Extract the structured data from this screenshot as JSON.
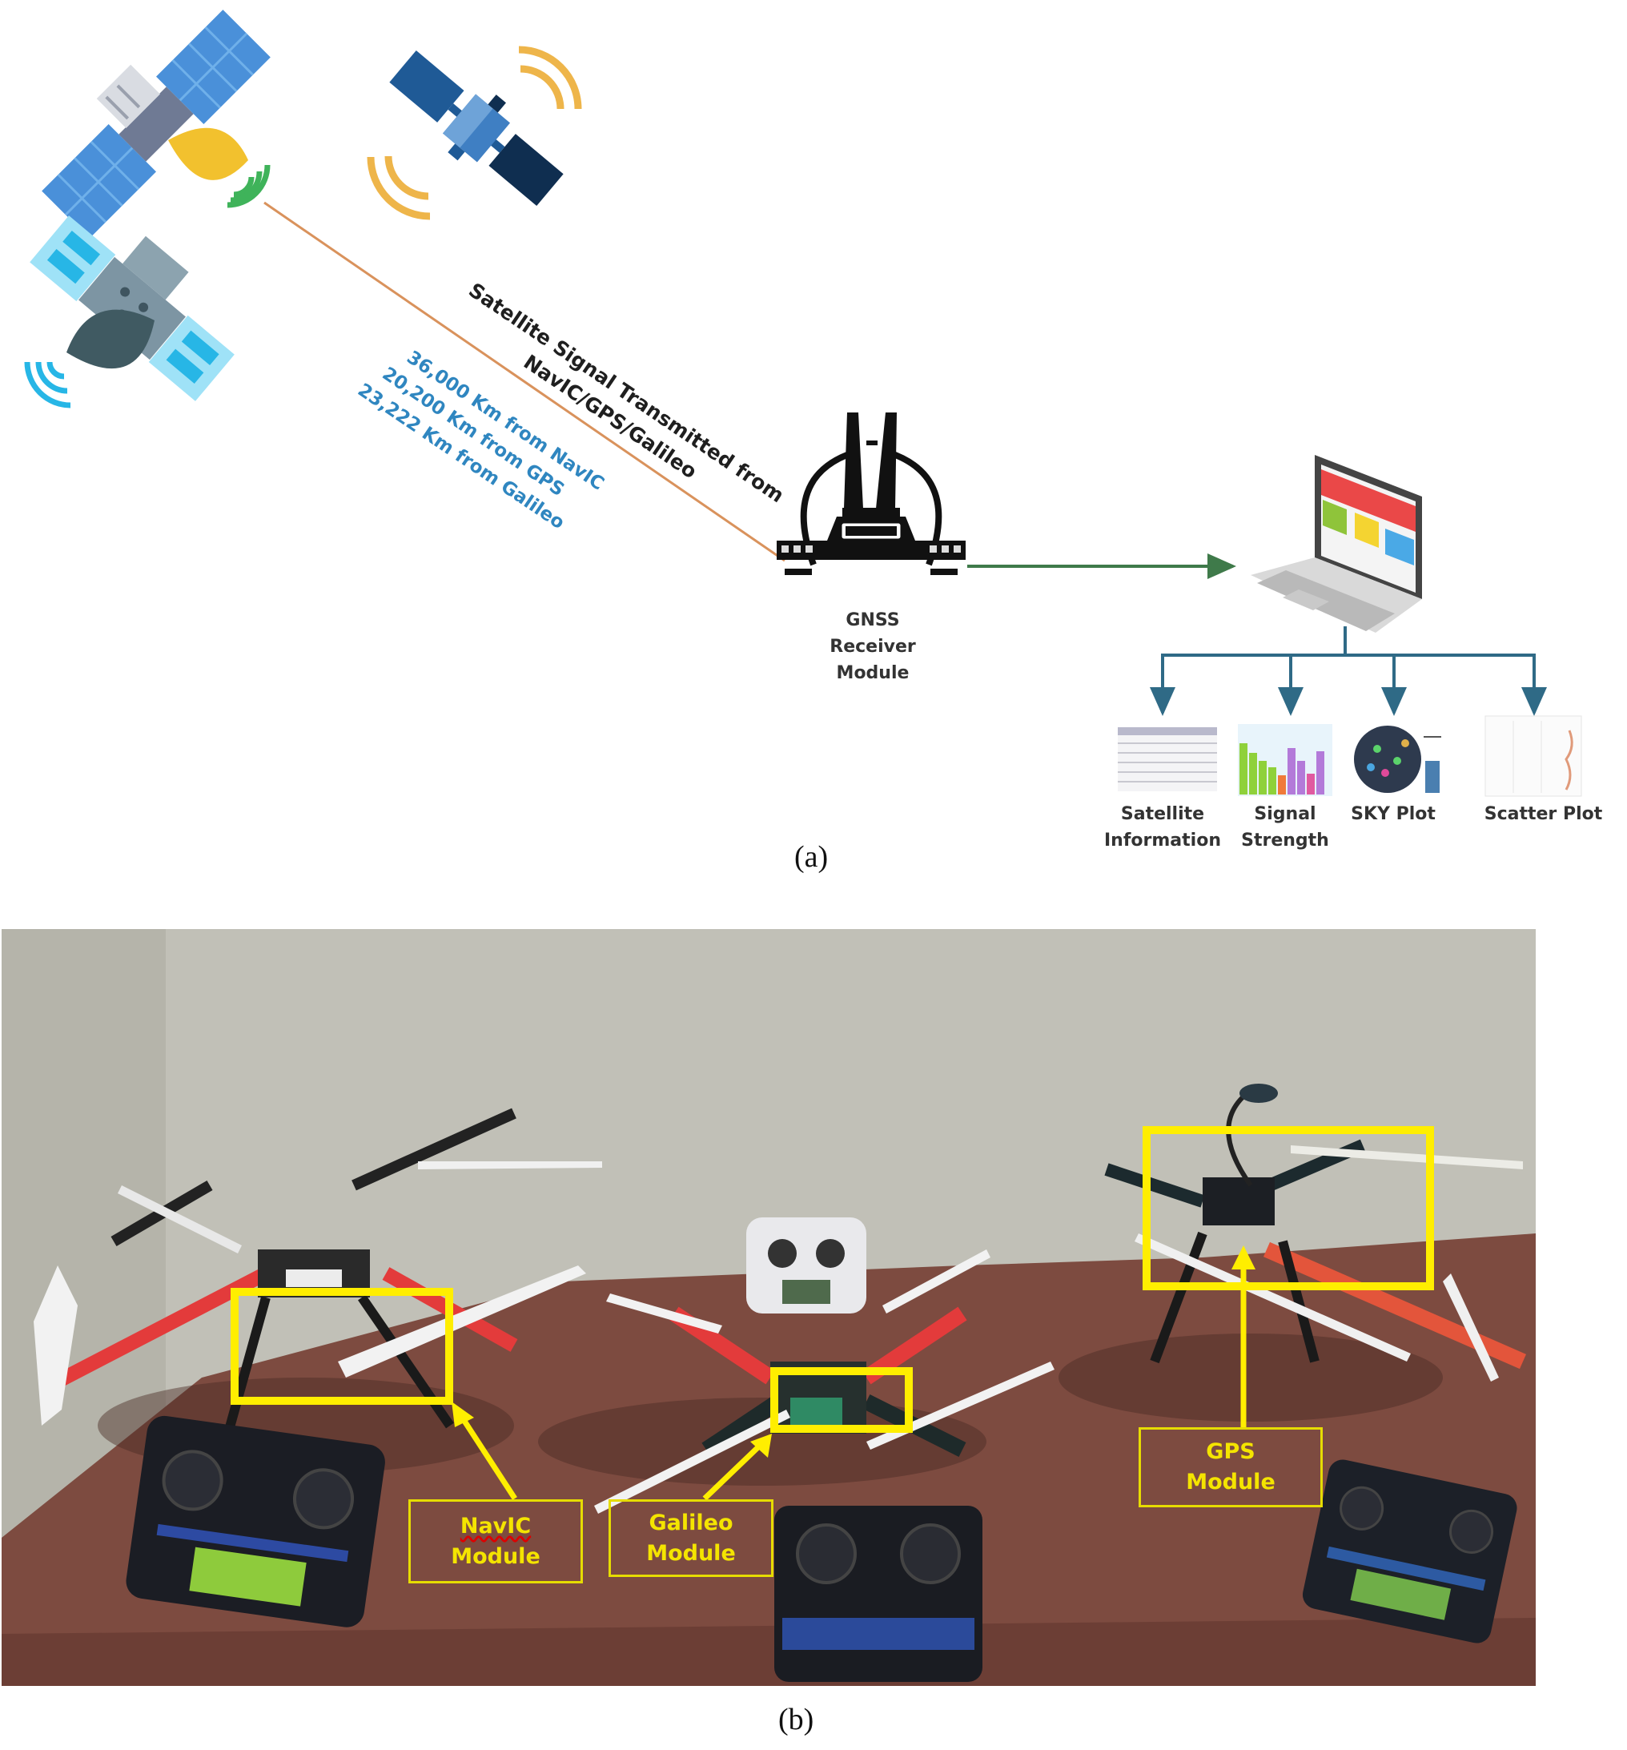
{
  "figure": {
    "panel_a": {
      "caption": "(a)",
      "signal_label_line1": "Satellite Signal Transmitted from",
      "signal_label_line2": "NavIC/GPS/Galileo",
      "distances": [
        "36,000 Km from NavIC",
        "20,200 Km from GPS",
        "23,222 Km from Galileo"
      ],
      "receiver": {
        "label_lines": [
          "GNSS",
          "Receiver",
          "Module"
        ]
      },
      "outputs": [
        {
          "label_lines": [
            "Satellite",
            "Information"
          ],
          "icon": "table-icon"
        },
        {
          "label_lines": [
            "Signal",
            "Strength"
          ],
          "icon": "bar-chart-icon"
        },
        {
          "label_lines": [
            "SKY Plot"
          ],
          "icon": "sky-plot-icon"
        },
        {
          "label_lines": [
            "Scatter Plot"
          ],
          "icon": "scatter-plot-icon"
        }
      ],
      "colors": {
        "signal_line": "#d9925c",
        "receiver_to_laptop_line": "#3f7a4a",
        "output_bus": "#2f6a86",
        "distance_text": "#2f86c0"
      }
    },
    "panel_b": {
      "caption": "(b)",
      "annotations": [
        {
          "label_line1": "NavIC",
          "label_line2": "Module"
        },
        {
          "label_line1": "Galileo",
          "label_line2": "Module"
        },
        {
          "label_line1": "GPS",
          "label_line2": "Module"
        }
      ],
      "colors": {
        "highlight": "#ffee00",
        "wall": "#c0bfb6",
        "table": "#7d4b40"
      }
    }
  }
}
